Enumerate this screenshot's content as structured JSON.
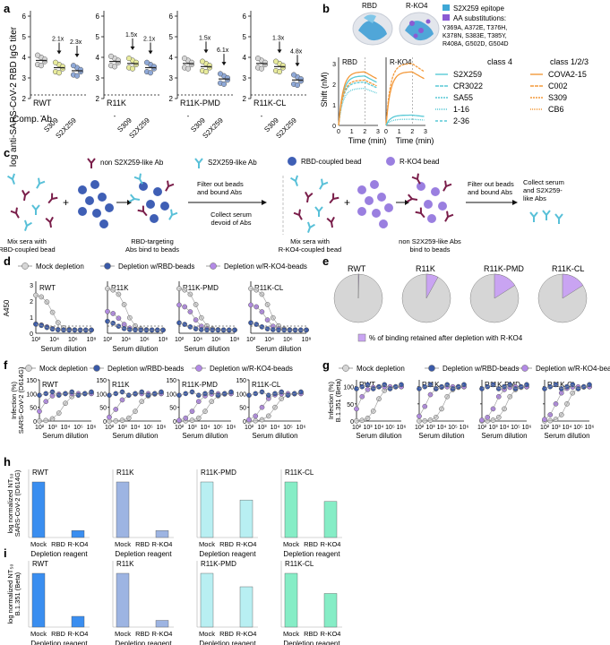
{
  "panel_letters": [
    "a",
    "b",
    "c",
    "d",
    "e",
    "f",
    "g",
    "h",
    "i"
  ],
  "colors": {
    "grey_dot": "#d6d6d6",
    "grey_line": "#9a9a9a",
    "yellow": "#e8eb9c",
    "blue_dot": "#8fa9d8",
    "dark_blue": "#3a5aa8",
    "purple": "#b38ae6",
    "light_purple": "#d6c2f5",
    "teal": "#58c9d6",
    "orange": "#f39a3c",
    "bar_blue": "#3a8ef0",
    "bar_lightblue": "#9db4e2",
    "bar_cyan": "#b8eff2",
    "bar_green": "#86edc6",
    "pie_fill": "#d6d6d6",
    "pie_slice": "#c9a4f2",
    "ab_maroon": "#7a1e4a",
    "ab_cyan": "#58c0d8"
  },
  "panel_a": {
    "ylabel": "log anti-SARS-CoV-2 RBD IgG titer",
    "row_label": "Comp. Ab",
    "x_labels": [
      "-",
      "S309",
      "S2X259"
    ],
    "yticks": [
      "2",
      "3",
      "4",
      "5",
      "6"
    ],
    "plots": [
      {
        "name": "RWT",
        "folds": [
          "2.1x",
          "2.3x"
        ],
        "means": [
          3.85,
          3.5,
          3.35
        ]
      },
      {
        "name": "R11K",
        "folds": [
          "1.5x",
          "2.1x"
        ],
        "means": [
          3.8,
          3.7,
          3.5
        ]
      },
      {
        "name": "R11K-PMD",
        "folds": [
          "1.5x",
          "6.1x"
        ],
        "means": [
          3.7,
          3.55,
          2.95
        ]
      },
      {
        "name": "R11K-CL",
        "folds": [
          "1.3x",
          "4.8x"
        ],
        "means": [
          3.7,
          3.55,
          2.9
        ]
      }
    ]
  },
  "panel_b": {
    "structures": [
      "RBD",
      "R-KO4"
    ],
    "legend_epitope": "S2X259 epitope",
    "legend_subs_title": "AA substitutions:",
    "legend_subs_lines": [
      "Y369A, A372E, T376H,",
      "K378N, S383E, T385Y,",
      "R408A, G502D, G504D"
    ],
    "ylabel": "Shift (nM)",
    "xlabel": "Time (min)",
    "plot_titles": [
      "RBD",
      "R-KO4"
    ],
    "class4_title": "class 4",
    "class4": [
      "S2X259",
      "CR3022",
      "SA55",
      "1-16",
      "2-36"
    ],
    "class123_title": "class 1/2/3",
    "class123": [
      "COVA2-15",
      "C002",
      "S309",
      "CB6"
    ],
    "xticks": [
      "0",
      "1",
      "2",
      "3"
    ],
    "yticks": [
      "0",
      "1",
      "2",
      "3"
    ]
  },
  "panel_c": {
    "legend": [
      "non S2X259-like Ab",
      "S2X259-like Ab",
      "RBD-coupled bead",
      "R-KO4 bead"
    ],
    "caption_mix1": [
      "Mix sera with",
      "RBD-coupled bead"
    ],
    "caption_bind1": [
      "RBD-targeting",
      "Abs bind to beads"
    ],
    "arrow1": [
      "Filter out beads",
      "and bound Abs"
    ],
    "collect1": [
      "Collect serum",
      "devoid of Abs"
    ],
    "caption_mix2": [
      "Mix sera with",
      "R-KO4-coupled bead"
    ],
    "caption_bind2": [
      "non S2X259-like Abs",
      "bind to beads"
    ],
    "arrow2": [
      "Filter out beads",
      "and bound Abs"
    ],
    "collect2": [
      "Collect serum",
      "and S2X259-",
      "like Abs"
    ]
  },
  "panel_d": {
    "legend": [
      "Mock depletion",
      "Depletion w/RBD-beads",
      "Depletion w/R-KO4-beads"
    ],
    "ylabel": "A450",
    "xlabel": "Serum dilution",
    "plots": [
      "RWT",
      "R11K",
      "R11K-PMD",
      "R11K-CL"
    ],
    "xtick_labels": [
      "10²",
      "10⁴",
      "10⁶",
      "10⁸"
    ],
    "ytick_labels": [
      "0",
      "1",
      "2",
      "3"
    ]
  },
  "panel_e": {
    "plots": [
      "RWT",
      "R11K",
      "R11K-PMD",
      "R11K-CL"
    ],
    "fractions": [
      0.005,
      0.08,
      0.16,
      0.16
    ],
    "legend": "% of binding retained after depletion with R-KO4"
  },
  "panel_f": {
    "legend": [
      "Mock depletion",
      "Depletion w/RBD-beads",
      "Depletion w/R-KO4-beads"
    ],
    "ylabel": [
      "Infection (%)",
      "SARS-CoV-2 (D614G)"
    ],
    "xlabel": "Serum dilution",
    "plots": [
      "RWT",
      "R11K",
      "R11K-PMD",
      "R11K-CL"
    ],
    "ytick_labels": [
      "0",
      "50",
      "100",
      "150"
    ],
    "xtick_labels": [
      "10²",
      "10³",
      "10⁴",
      "10⁵",
      "10⁶"
    ]
  },
  "panel_g": {
    "legend": [
      "Mock depletion",
      "Depletion w/RBD-beads",
      "Depletion w/R-KO4-beads"
    ],
    "ylabel": [
      "Infection (%)",
      "B.1.351 (Beta)"
    ],
    "xlabel": "Serum dilution",
    "plots": [
      "RWT",
      "R11K",
      "R11K-PMD",
      "R11K-CL"
    ],
    "ytick_labels": [
      "0",
      "50",
      "100"
    ],
    "xtick_labels": [
      "10²",
      "10³",
      "10⁴",
      "10⁵",
      "10⁶"
    ]
  },
  "panel_h": {
    "ylabel": [
      "log normalized NT₅₀",
      "SARS-CoV-2 (D614G)"
    ],
    "xlabel": "Depletion reagent",
    "categories": [
      "Mock",
      "RBD",
      "R-KO4"
    ],
    "plots": [
      {
        "name": "RWT",
        "values": [
          2.0,
          0.0,
          0.25
        ]
      },
      {
        "name": "R11K",
        "values": [
          2.0,
          0.0,
          0.25
        ]
      },
      {
        "name": "R11K-PMD",
        "values": [
          2.0,
          0.0,
          1.35
        ]
      },
      {
        "name": "R11K-CL",
        "values": [
          2.0,
          0.0,
          1.3
        ]
      }
    ]
  },
  "panel_i": {
    "ylabel": [
      "log normalized NT₅₀",
      "B.1.351 (Beta)"
    ],
    "xlabel": "Depletion reagent",
    "categories": [
      "Mock",
      "RBD",
      "R-KO4"
    ],
    "plots": [
      {
        "name": "RWT",
        "values": [
          2.0,
          0.0,
          0.4
        ]
      },
      {
        "name": "R11K",
        "values": [
          2.0,
          0.0,
          0.25
        ]
      },
      {
        "name": "R11K-PMD",
        "values": [
          2.0,
          0.0,
          1.5
        ]
      },
      {
        "name": "R11K-CL",
        "values": [
          2.0,
          0.0,
          1.25
        ]
      }
    ]
  },
  "chart_data": [
    {
      "type": "bar",
      "panel": "h",
      "categories": [
        "Mock",
        "RBD",
        "R-KO4"
      ],
      "series": [
        {
          "name": "RWT",
          "values": [
            2.0,
            0.0,
            0.25
          ]
        },
        {
          "name": "R11K",
          "values": [
            2.0,
            0.0,
            0.25
          ]
        },
        {
          "name": "R11K-PMD",
          "values": [
            2.0,
            0.0,
            1.35
          ]
        },
        {
          "name": "R11K-CL",
          "values": [
            2.0,
            0.0,
            1.3
          ]
        }
      ],
      "xlabel": "Depletion reagent",
      "ylabel": "log normalized NT50 SARS-CoV-2 (D614G)"
    },
    {
      "type": "bar",
      "panel": "i",
      "categories": [
        "Mock",
        "RBD",
        "R-KO4"
      ],
      "series": [
        {
          "name": "RWT",
          "values": [
            2.0,
            0.0,
            0.4
          ]
        },
        {
          "name": "R11K",
          "values": [
            2.0,
            0.0,
            0.25
          ]
        },
        {
          "name": "R11K-PMD",
          "values": [
            2.0,
            0.0,
            1.5
          ]
        },
        {
          "name": "R11K-CL",
          "values": [
            2.0,
            0.0,
            1.25
          ]
        }
      ],
      "xlabel": "Depletion reagent",
      "ylabel": "log normalized NT50 B.1.351 (Beta)"
    },
    {
      "type": "pie",
      "panel": "e",
      "categories": [
        "RWT",
        "R11K",
        "R11K-PMD",
        "R11K-CL"
      ],
      "values": [
        0.5,
        8,
        16,
        16
      ],
      "legend": "% of binding retained after depletion with R-KO4"
    }
  ]
}
